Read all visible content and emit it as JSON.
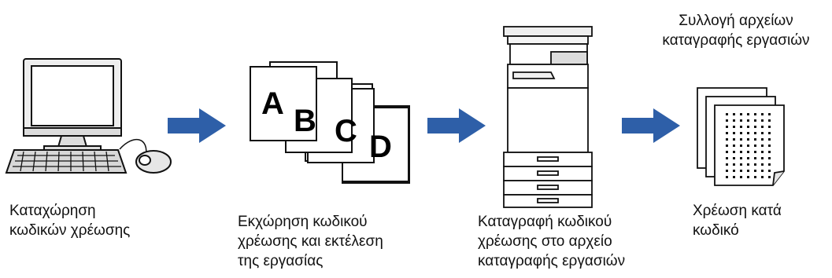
{
  "steps": [
    {
      "lines": [
        "Καταχώρηση",
        "κωδικών χρέωσης"
      ]
    },
    {
      "lines": [
        "Εκχώρηση κωδικού",
        "χρέωσης και εκτέλεση",
        "της εργασίας"
      ]
    },
    {
      "lines": [
        "Καταγραφή κωδικού",
        "χρέωσης στο αρχείο",
        "καταγραφής εργασιών"
      ]
    },
    {
      "lines": [
        "Χρέωση κατά",
        "κωδικό"
      ]
    }
  ],
  "output_label": {
    "lines": [
      "Συλλογή αρχείων",
      "καταγραφής εργασιών"
    ]
  },
  "documents": [
    "A",
    "B",
    "C",
    "D"
  ],
  "icons": [
    "computer-icon",
    "documents-icon",
    "multifunction-printer-icon",
    "job-log-files-icon"
  ],
  "colors": {
    "arrow": "#2e5fa8",
    "outline": "#111111",
    "screen": "#ffffff"
  }
}
